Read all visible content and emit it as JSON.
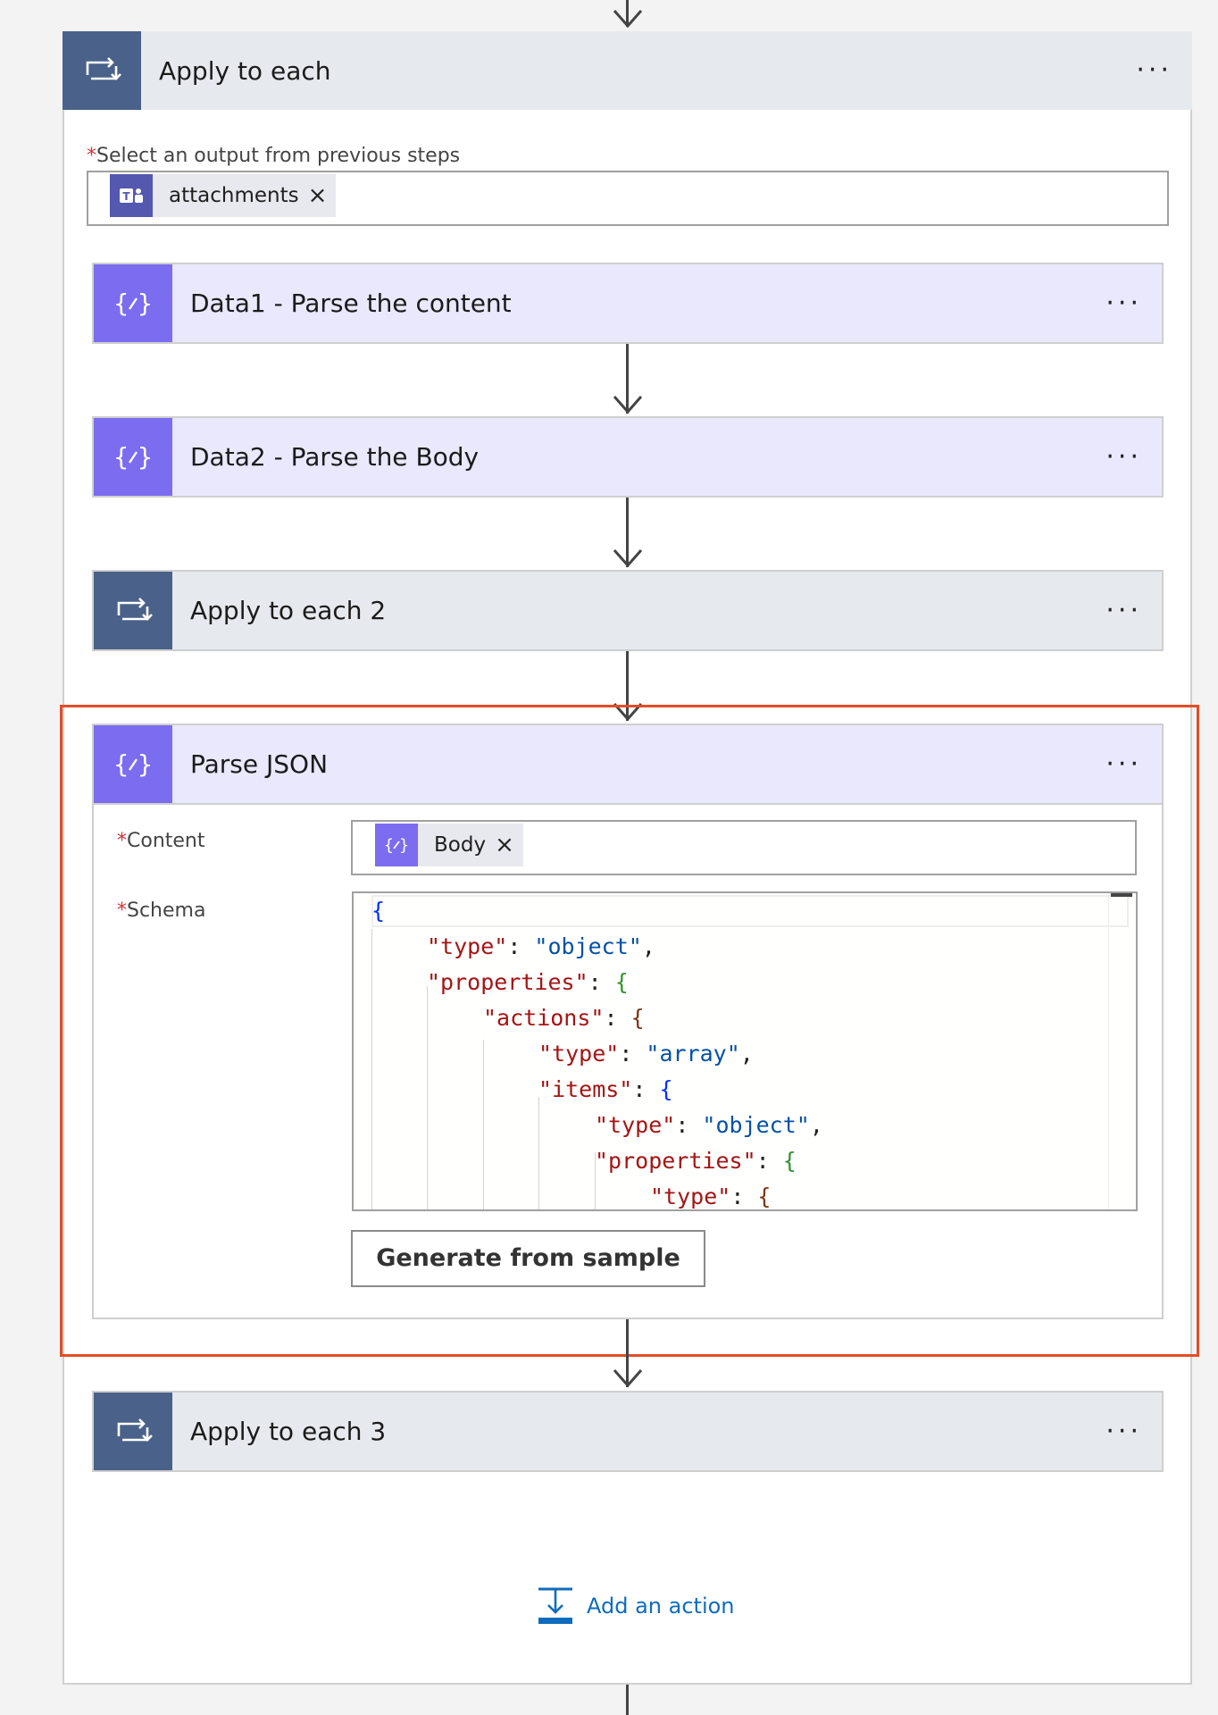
{
  "colors": {
    "loop_icon_bg": "#4a6289",
    "json_icon_bg": "#7b6cf0",
    "highlight_frame": "#e44d26",
    "link": "#0f6cbd"
  },
  "apply_to_each": {
    "title": "Apply to each",
    "menu": "···",
    "icon": "loop-icon",
    "select_label": "Select an output from previous steps",
    "required_mark": "*",
    "token": {
      "label": "attachments",
      "icon": "teams-icon",
      "remove": "×"
    }
  },
  "steps": [
    {
      "title": "Data1 - Parse the content",
      "menu": "···",
      "icon": "braces-icon"
    },
    {
      "title": "Data2 - Parse the Body",
      "menu": "···",
      "icon": "braces-icon"
    },
    {
      "title": "Apply to each 2",
      "menu": "···",
      "icon": "loop-icon"
    }
  ],
  "parse_json": {
    "title": "Parse JSON",
    "menu": "···",
    "icon": "braces-icon",
    "content_label": "Content",
    "schema_label": "Schema",
    "required_mark": "*",
    "content_token": {
      "label": "Body",
      "icon": "braces-icon",
      "remove": "×"
    },
    "schema_lines": [
      "{",
      "\"type\": \"object\",",
      "\"properties\": {",
      "\"actions\": {",
      "\"type\": \"array\",",
      "\"items\": {",
      "\"type\": \"object\",",
      "\"properties\": {",
      "\"type\": {"
    ],
    "generate_button": "Generate from sample"
  },
  "apply_to_each_3": {
    "title": "Apply to each 3",
    "menu": "···",
    "icon": "loop-icon"
  },
  "add_action": {
    "label": "Add an action",
    "icon": "add-action-icon"
  }
}
